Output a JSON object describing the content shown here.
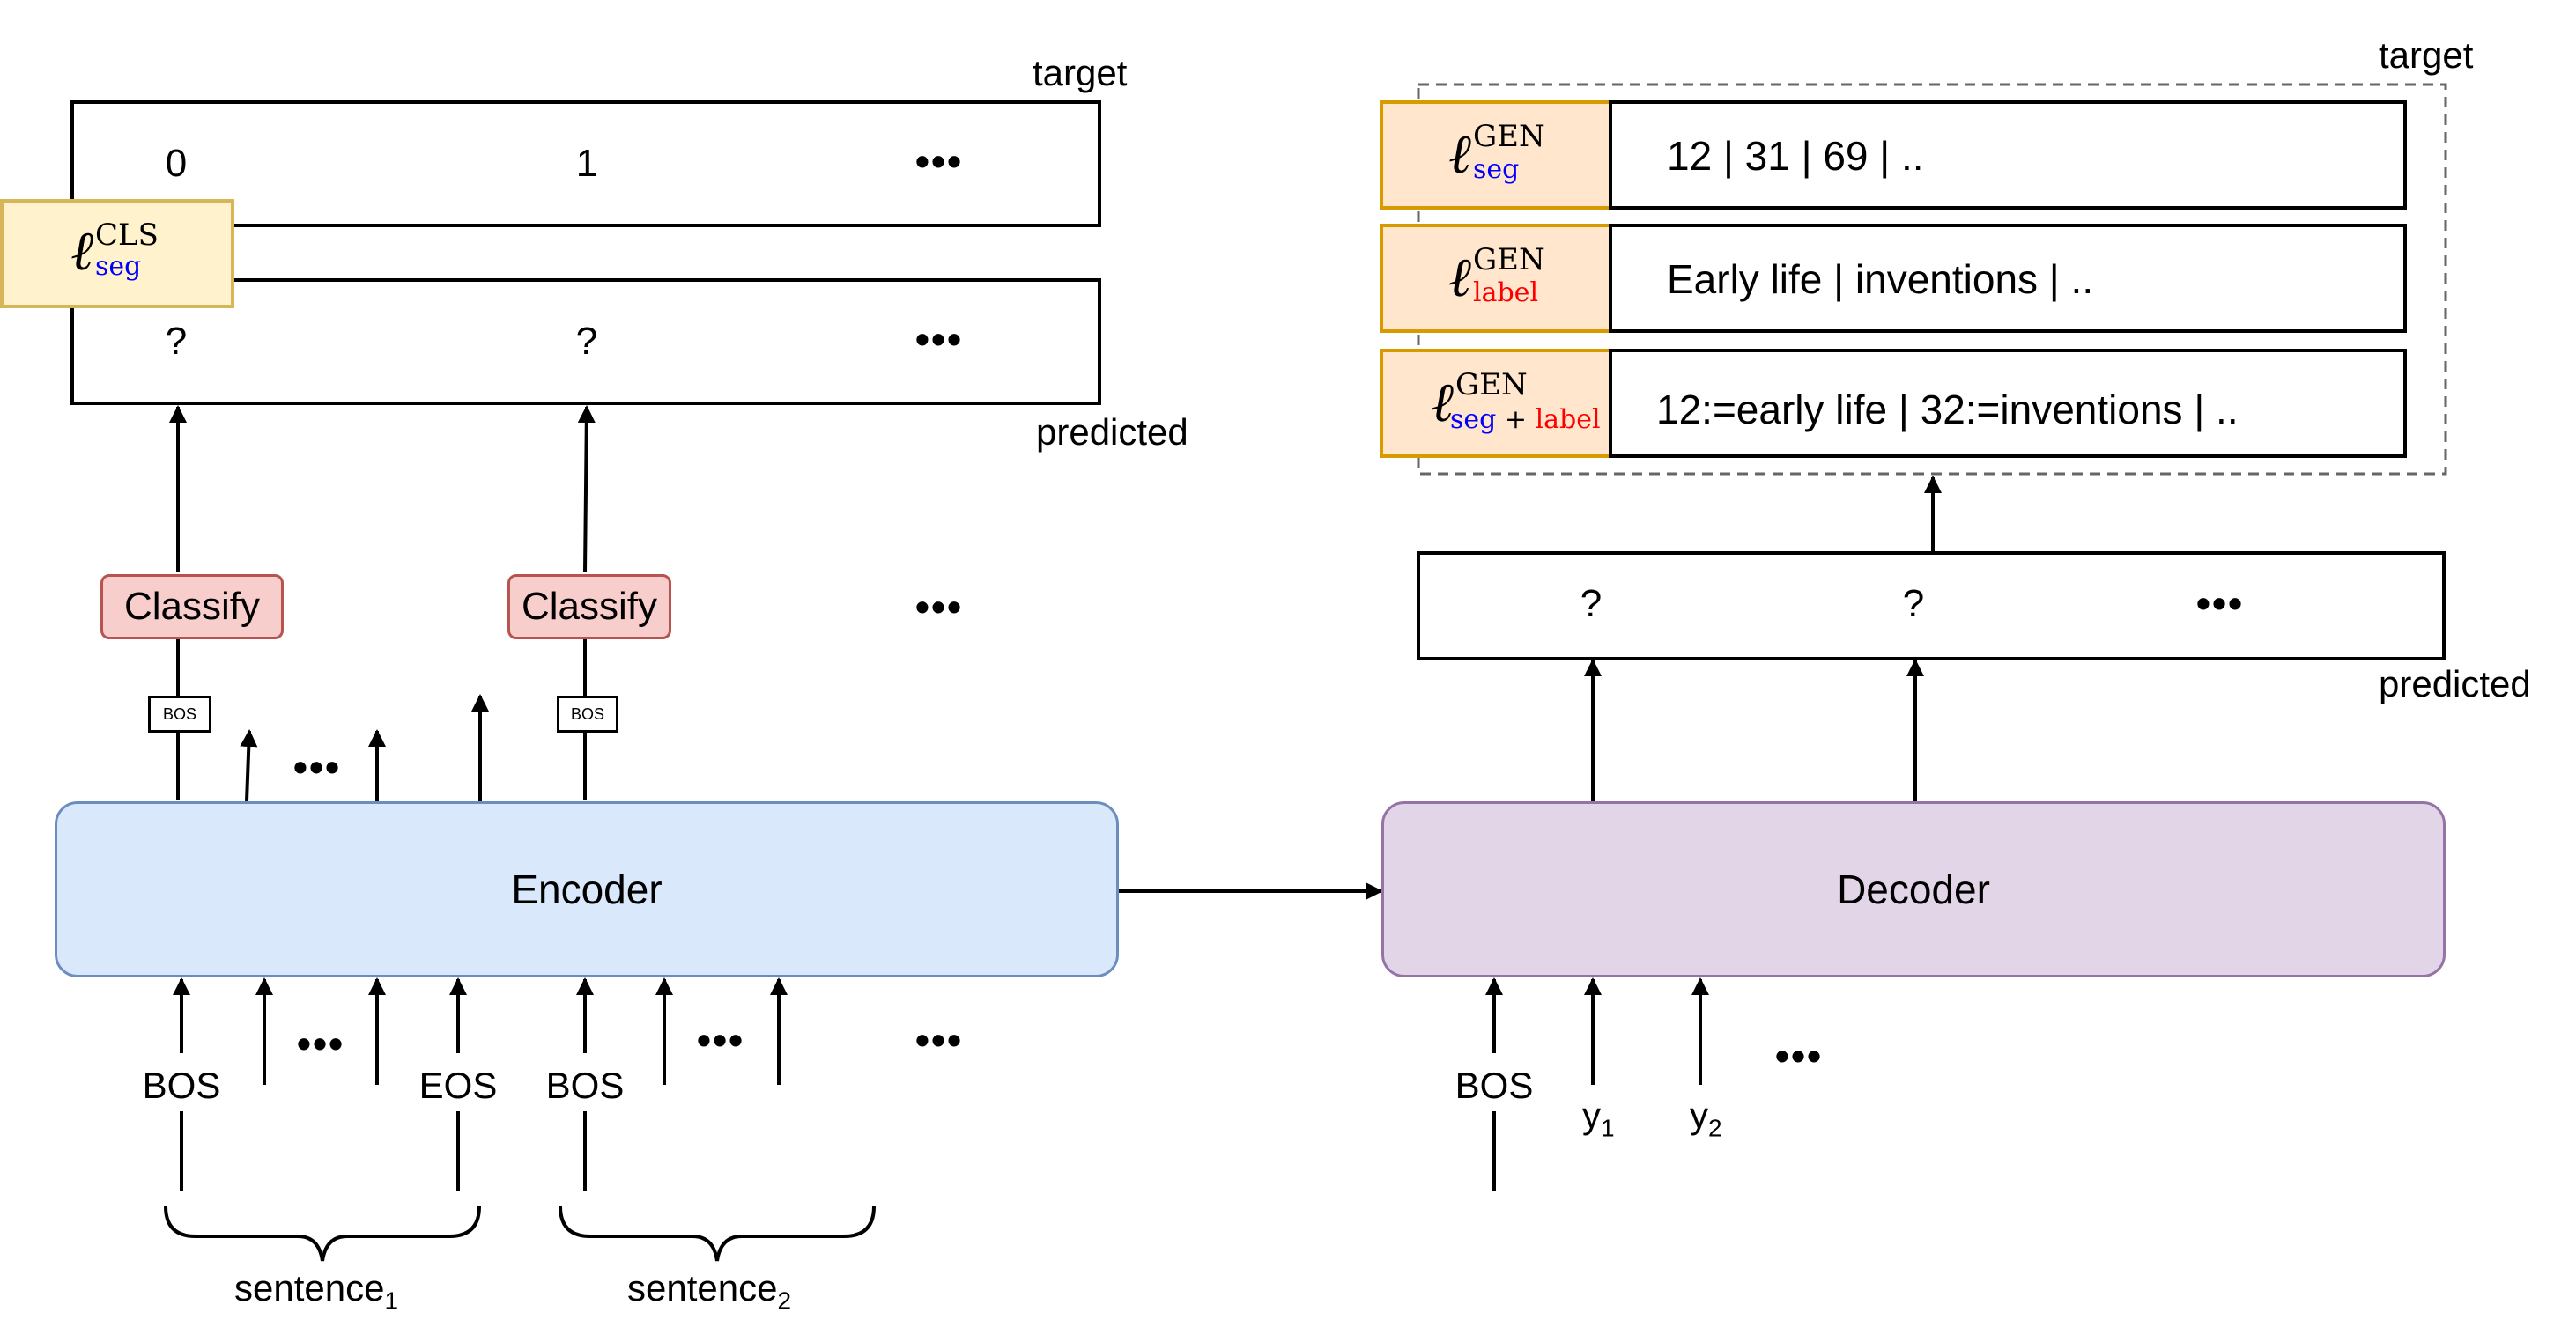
{
  "left_panel": {
    "target_label": "target",
    "predicted_label": "predicted",
    "target_row": [
      "0",
      "1",
      "•••"
    ],
    "predicted_row": [
      "?",
      "?",
      "•••"
    ],
    "loss": {
      "symbol": "ℓ",
      "sup": "CLS",
      "sub": "seg"
    },
    "classify": [
      "Classify",
      "Classify"
    ],
    "classify_dots": "•••",
    "bos_tokens": [
      "BOS",
      "BOS"
    ],
    "out_dots": "•••",
    "encoder_label": "Encoder",
    "inputs": {
      "bos1": "BOS",
      "dots1": "•••",
      "eos": "EOS",
      "bos2": "BOS",
      "dots2": "•••",
      "dots3": "•••"
    },
    "sentence1": {
      "base": "sentence",
      "sub": "1"
    },
    "sentence2": {
      "base": "sentence",
      "sub": "2"
    }
  },
  "right_panel": {
    "target_label": "target",
    "predicted_label": "predicted",
    "rows": [
      {
        "sup": "GEN",
        "sub_parts": [
          {
            "text": "seg",
            "color": "#0000ff"
          }
        ],
        "text": "12 | 31 | 69 | .."
      },
      {
        "sup": "GEN",
        "sub_parts": [
          {
            "text": "label",
            "color": "#ff0000"
          }
        ],
        "text": "Early life | inventions | .."
      },
      {
        "sup": "GEN",
        "sub_parts": [
          {
            "text": "seg",
            "color": "#0000ff"
          },
          {
            "text": " + ",
            "color": "#000000"
          },
          {
            "text": "label",
            "color": "#ff0000"
          }
        ],
        "text": "12:=early life | 32:=inventions | .."
      }
    ],
    "loss_symbol": "ℓ",
    "predicted_row": [
      "?",
      "?",
      "•••"
    ],
    "decoder_label": "Decoder",
    "inputs": {
      "bos": "BOS",
      "y1": {
        "base": "y",
        "sub": "1"
      },
      "y2": {
        "base": "y",
        "sub": "2"
      },
      "dots": "•••"
    }
  },
  "colors": {
    "encoder_fill": "#dae8fc",
    "encoder_stroke": "#6c8ebf",
    "decoder_fill": "#e1d5e7",
    "decoder_stroke": "#9673a6",
    "classify_fill": "#f8cecc",
    "classify_stroke": "#b85450",
    "loss_cls_fill": "#fff2cc",
    "loss_cls_stroke": "#d6b656",
    "loss_gen_fill": "#ffe6cc",
    "loss_gen_stroke": "#d79b00",
    "seg_color": "#0000ff",
    "label_color": "#ff0000"
  }
}
